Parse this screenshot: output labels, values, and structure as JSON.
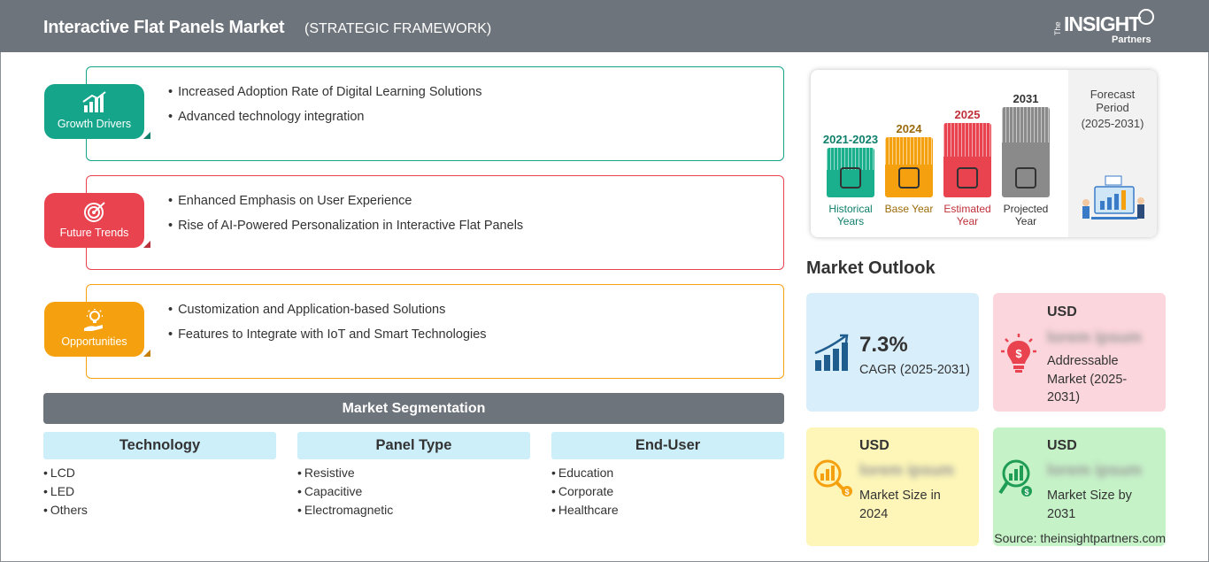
{
  "header": {
    "title": "Interactive Flat Panels Market",
    "subtitle": "(STRATEGIC FRAMEWORK)",
    "logo_the": "The",
    "logo_insight": "INSIGHT",
    "logo_partners": "Partners"
  },
  "framework": [
    {
      "label": "Growth Drivers",
      "color": "#15a58a",
      "icon": "bar-chart-growth-icon",
      "items": [
        "Increased Adoption Rate of Digital Learning Solutions",
        "Advanced technology integration"
      ]
    },
    {
      "label": "Future Trends",
      "color": "#e8434f",
      "icon": "target-icon",
      "items": [
        "Enhanced Emphasis on User Experience",
        "Rise of AI-Powered Personalization in Interactive Flat Panels"
      ]
    },
    {
      "label": "Opportunities",
      "color": "#f5a10f",
      "icon": "lightbulb-hand-icon",
      "items": [
        "Customization and Application-based Solutions",
        "Features to Integrate with IoT and Smart Technologies"
      ]
    }
  ],
  "segmentation": {
    "title": "Market Segmentation",
    "columns": [
      {
        "header": "Technology",
        "items": [
          "LCD",
          "LED",
          "Others"
        ]
      },
      {
        "header": "Panel Type",
        "items": [
          "Resistive",
          "Capacitive",
          "Electromagnetic"
        ]
      },
      {
        "header": "End-User",
        "items": [
          "Education",
          "Corporate",
          "Healthcare"
        ]
      }
    ]
  },
  "timeline": {
    "periods": [
      {
        "year": "2021-2023",
        "label": "Historical Years",
        "color": "#1bb08d",
        "level": 0.45
      },
      {
        "year": "2024",
        "label": "Base Year",
        "color": "#f5a10f",
        "level": 0.55
      },
      {
        "year": "2025",
        "label": "Estimated Year",
        "color": "#e8434f",
        "level": 0.68
      },
      {
        "year": "2031",
        "label": "Projected Year",
        "color": "#8a8a8a",
        "level": 0.82
      }
    ],
    "forecast_label": "Forecast Period",
    "forecast_range": "(2025-2031)"
  },
  "outlook": {
    "title": "Market Outlook",
    "cagr_value": "7.3%",
    "cagr_label": "CAGR (2025-2031)",
    "addressable_usd": "USD",
    "addressable_value": "lorem ipsum",
    "addressable_label": "Addressable Market (2025-2031)",
    "size2024_usd": "USD",
    "size2024_value": "lorem ipsum",
    "size2024_label": "Market Size in 2024",
    "size2031_usd": "USD",
    "size2031_value": "lorem ipsum",
    "size2031_label": "Market Size by 2031",
    "colors": {
      "cagr": "#d8eefa",
      "addressable": "#fbd6dc",
      "size2024": "#fdf6b8",
      "size2031": "#c6f2c8"
    }
  },
  "source": "Source: theinsightpartners.com"
}
